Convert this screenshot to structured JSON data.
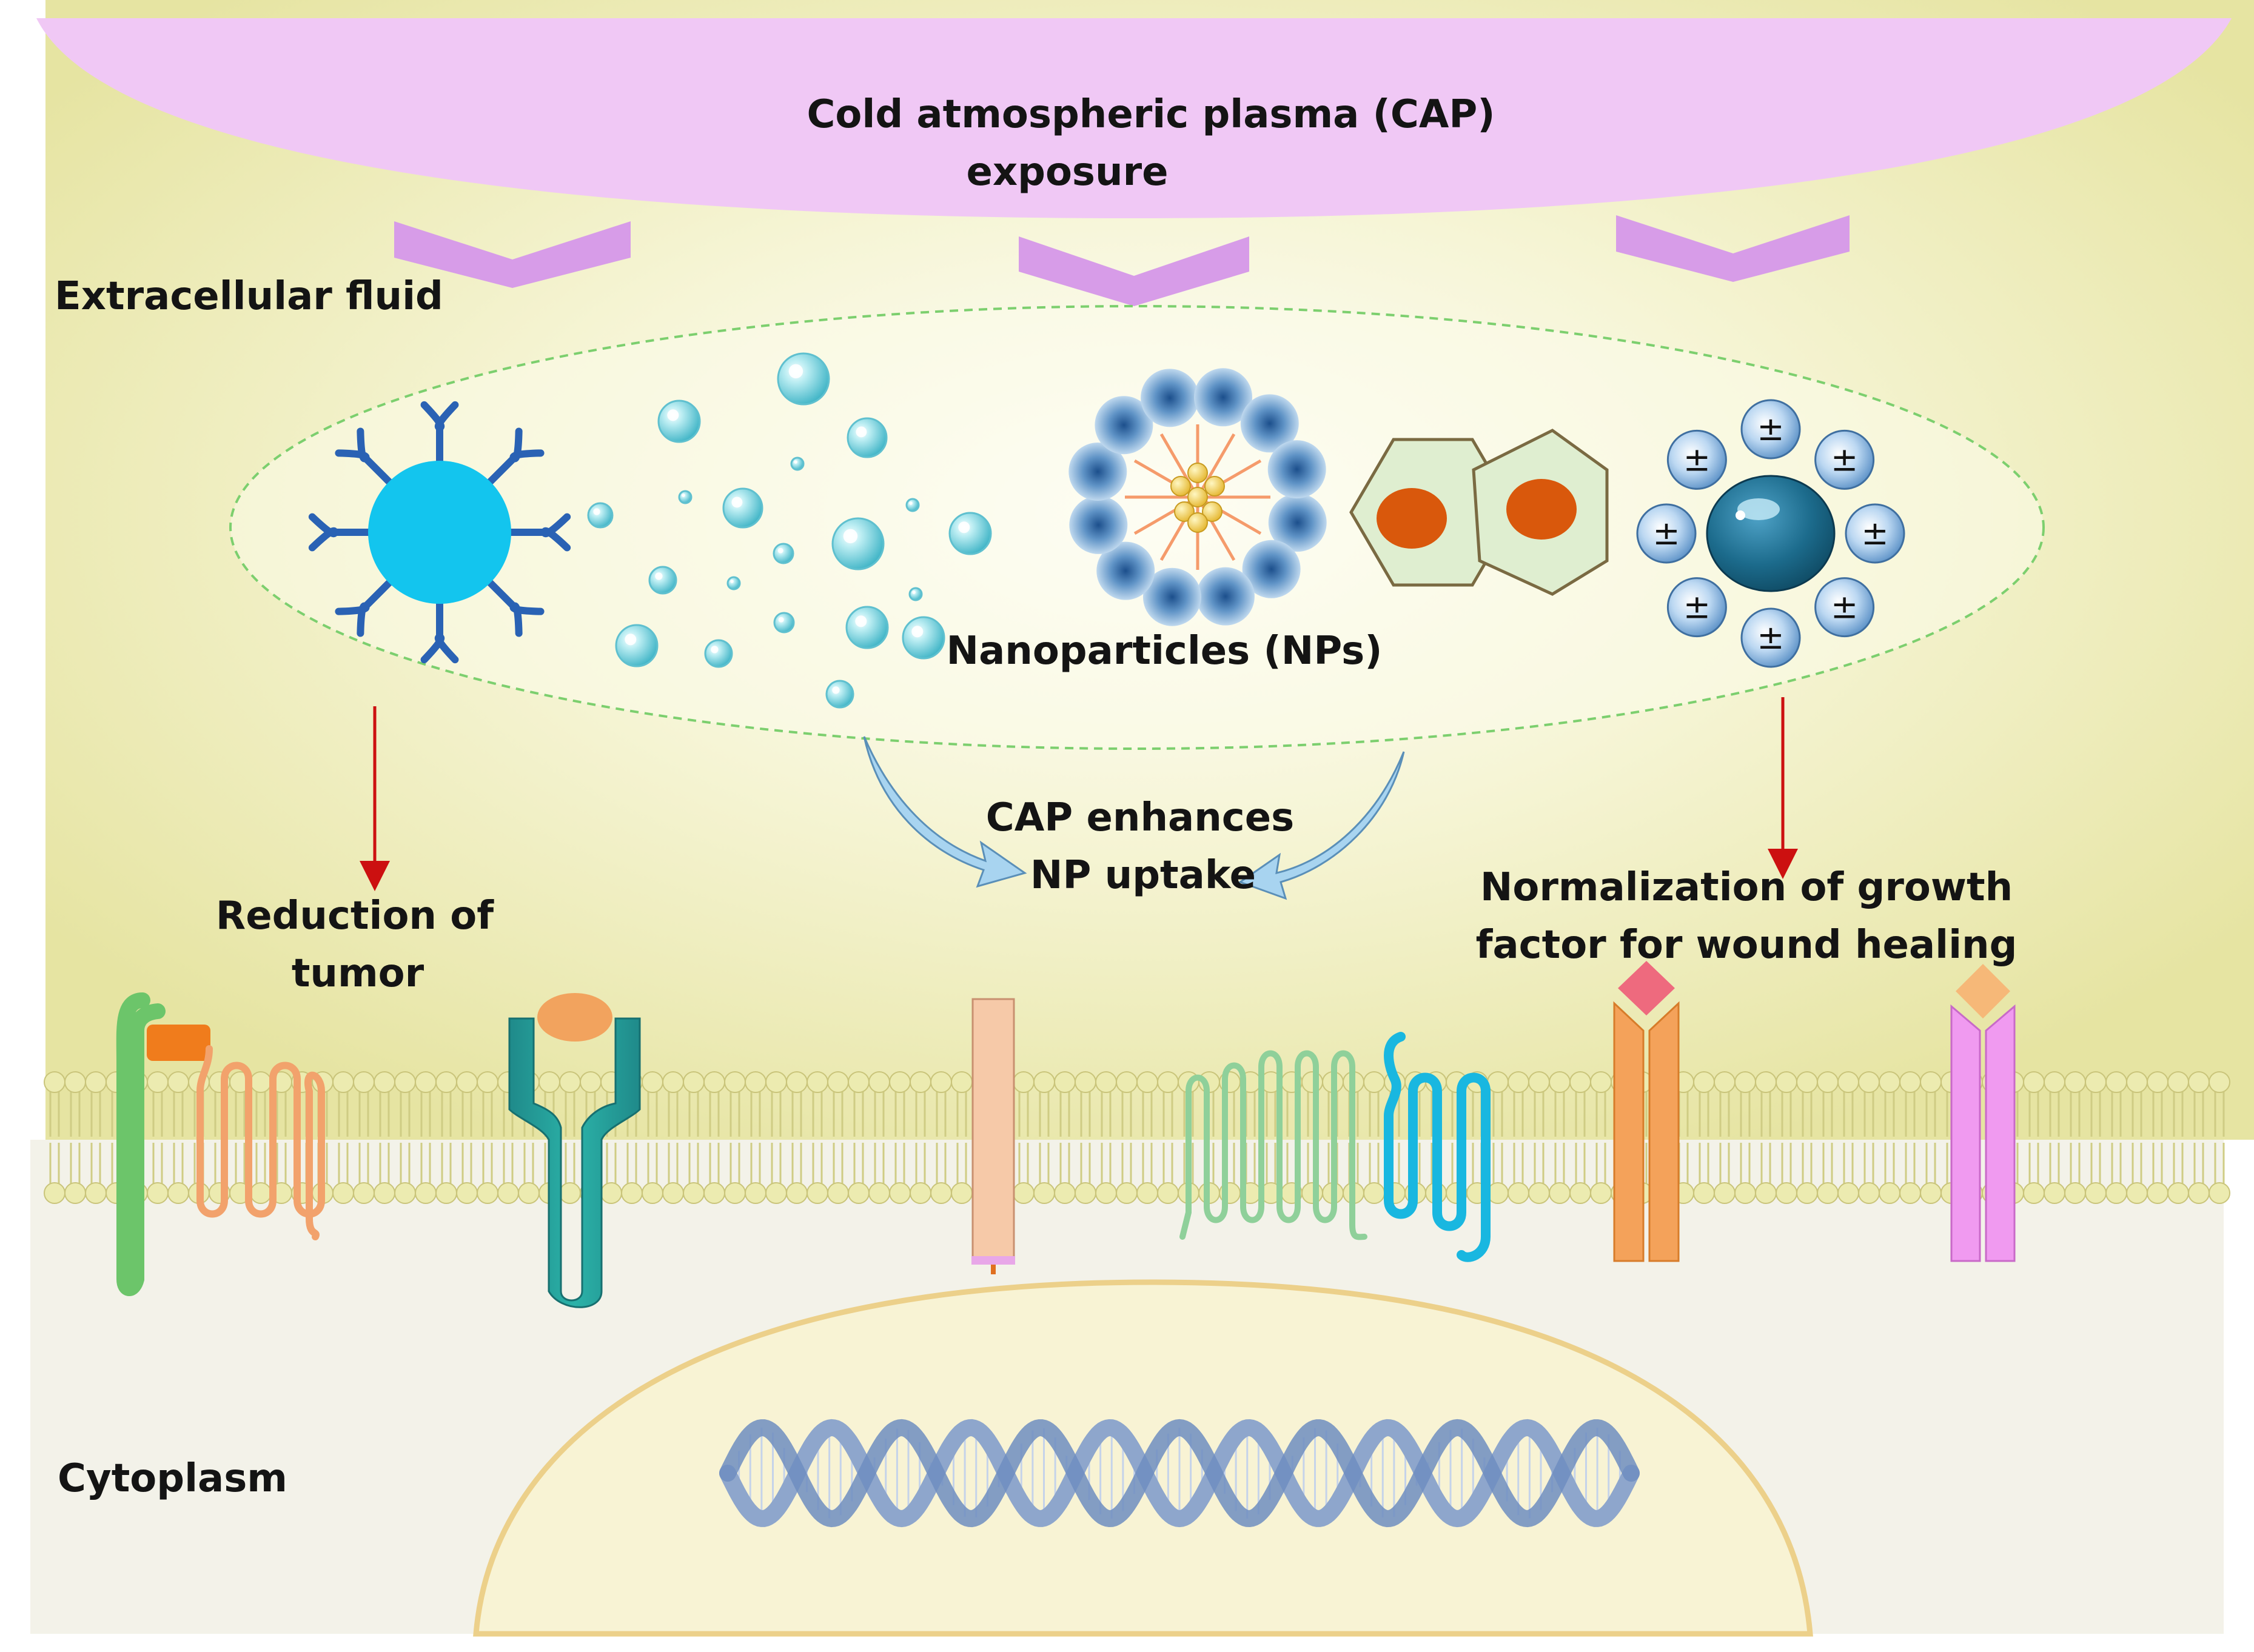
{
  "labels": {
    "cap_exposure_line1": "Cold atmospheric plasma (CAP)",
    "cap_exposure_line2": "exposure",
    "extracellular_fluid": "Extracellular fluid",
    "nanoparticles": "Nanoparticles (NPs)",
    "cap_enhances_line1": "CAP enhances",
    "cap_enhances_line2": "NP uptake",
    "reduction_line1": "Reduction of",
    "reduction_line2": "tumor",
    "normalization_line1": "Normalization of growth",
    "normalization_line2": "factor for wound healing",
    "cytoplasm": "Cytoplasm"
  },
  "charge_symbol": "±",
  "colors": {
    "plasma": "#f0c8f5",
    "chevron": "#d79ce8",
    "extracellular": "#e8e6a6",
    "cytoplasm": "#f3f2e9",
    "nucleus": "#f8f3d4",
    "lipid_head": "#ecebb0",
    "arrow_red": "#cc1010",
    "curved_arrow": "#a8d4f0",
    "dna": "#8ea6cc"
  }
}
